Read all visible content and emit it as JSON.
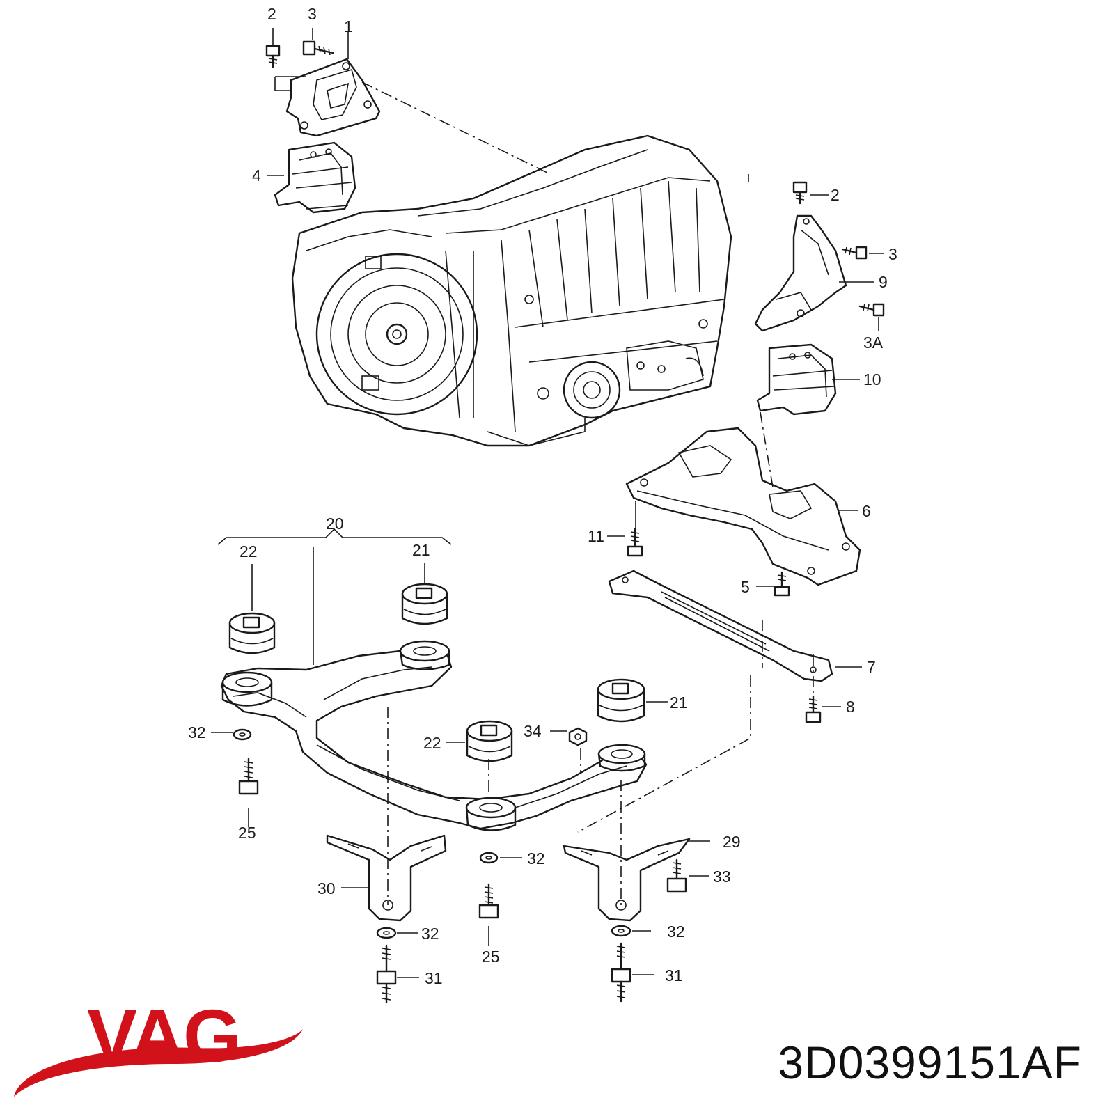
{
  "brand": {
    "name": "VAG",
    "color": "#d1121b"
  },
  "part_number": "3D0399151AF",
  "callouts": {
    "c1": "1",
    "c2a": "2",
    "c3a": "3",
    "c4": "4",
    "c2b": "2",
    "c3b": "3",
    "c9": "9",
    "c3A": "3A",
    "c10": "10",
    "c6": "6",
    "c11": "11",
    "c5": "5",
    "c7": "7",
    "c8": "8",
    "c20": "20",
    "c22a": "22",
    "c21a": "21",
    "c21b": "21",
    "c22b": "22",
    "c34": "34",
    "c32a": "32",
    "c25a": "25",
    "c29": "29",
    "c33": "33",
    "c30": "30",
    "c32b": "32",
    "c32c": "32",
    "c32d": "32",
    "c25b": "25",
    "c31a": "31",
    "c31b": "31"
  }
}
